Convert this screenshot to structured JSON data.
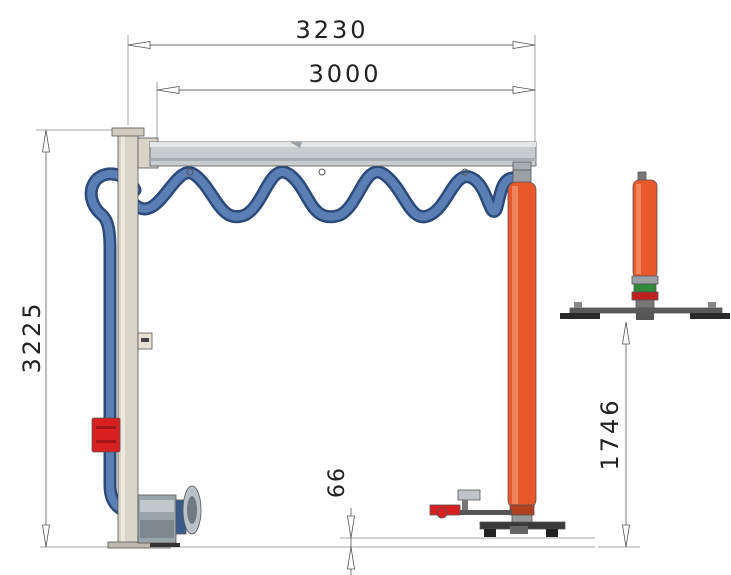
{
  "dimensions": {
    "overall_width": "3230",
    "boom_length": "3000",
    "overall_height": "3225",
    "lift_height": "1746",
    "floor_clearance": "66"
  },
  "colors": {
    "column": "#d8d4c8",
    "boom": "#c9ccce",
    "hose": "#3a5a8c",
    "lift_tube": "#e8582a",
    "control_box": "#d82020",
    "dimension_line": "#6a6a6a",
    "text": "#222222"
  }
}
